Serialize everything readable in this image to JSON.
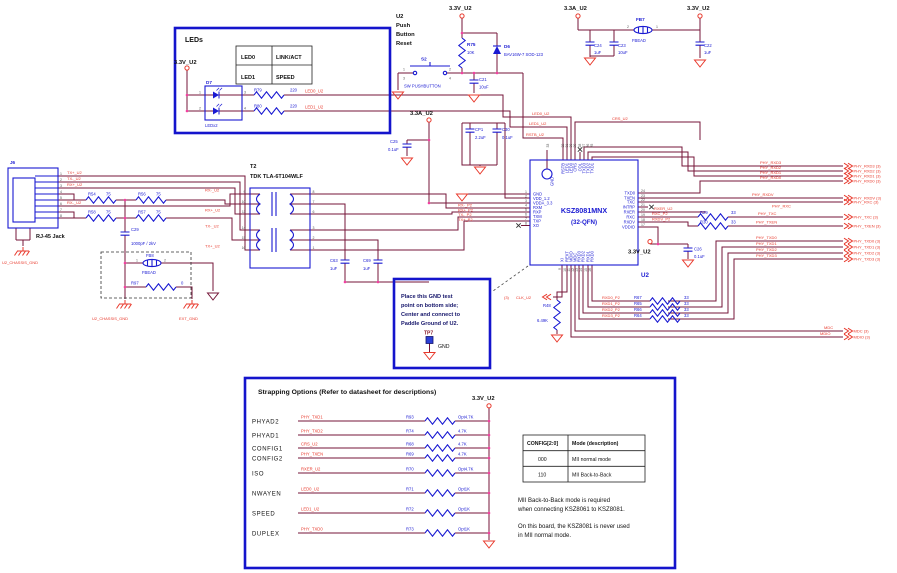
{
  "colors": {
    "wire": "#751638",
    "red": "#e8392c",
    "blue": "#1a1ad2",
    "frame_blue": "#1414cc",
    "black": "#1a1a1a",
    "junction_pink": "#f23fa0"
  },
  "led_box": {
    "title": "LEDs",
    "rail": "3.3V_U2",
    "table": {
      "rows": [
        [
          "LED0",
          "LINK/ACT"
        ],
        [
          "LED1",
          "SPEED"
        ]
      ]
    },
    "d7": {
      "ref": "D7",
      "sub": "LEDx2",
      "p1": "1",
      "p2": "2",
      "p3": "3",
      "p4": "4"
    },
    "r79": {
      "ref": "R79",
      "val": "220",
      "net": "LED0_U2"
    },
    "r80": {
      "ref": "R80",
      "val": "220",
      "net": "LED1_U2"
    }
  },
  "reset": {
    "note": [
      "U2",
      "Push",
      "Button",
      "Reset"
    ],
    "rail": "3.3V_U2",
    "r75": {
      "ref": "R75",
      "val": "10K"
    },
    "d6": {
      "ref": "D6",
      "val": "BAV16W-7 SOD-123"
    },
    "s2": {
      "ref": "S2",
      "val": "SW PUSHBUTTON",
      "p": [
        "1",
        "2",
        "3",
        "4"
      ]
    },
    "c21": {
      "ref": "C21",
      "val": "10uF"
    }
  },
  "ptop": {
    "rail_a": "3.3A_U2",
    "rail_v": "3.3V_U2",
    "c24": {
      "ref": "C24",
      "val": "1uF"
    },
    "c23": {
      "ref": "C23",
      "val": "10uF"
    },
    "fb7": {
      "ref": "FB7",
      "val": "FBEAD",
      "p2": "2",
      "p1": "1"
    },
    "c22": {
      "ref": "C22",
      "val": "1uF"
    }
  },
  "pmid": {
    "rail": "3.3A_U2",
    "c25": {
      "ref": "C25",
      "val": "0.1uF"
    },
    "cp1": {
      "ref": "CP1",
      "val": "2.2uF"
    },
    "c30": {
      "ref": "C30",
      "val": "0.1uF"
    }
  },
  "jack": {
    "ref": "J6",
    "name": "RJ-45 Jack",
    "pins": [
      "1",
      "2",
      "3",
      "4",
      "5",
      "6",
      "7",
      "8"
    ],
    "tx_p": "TX+_U2",
    "tx_m": "TX-_U2",
    "rx_p": "RX+_U2",
    "rx_m": "RX-_U2",
    "chassis": "U2_CHASSIS_GND"
  },
  "term": {
    "r54": {
      "ref": "R54",
      "val": "75"
    },
    "r56": {
      "ref": "R56",
      "val": "75"
    },
    "r58": {
      "ref": "R58",
      "val": "75"
    },
    "r57": {
      "ref": "R57",
      "val": "75"
    },
    "c29": {
      "ref": "C29",
      "val": "1000pF / 2kV"
    },
    "fb8": {
      "ref": "FB8",
      "val": "FBEAD",
      "p1": "1",
      "p2": "2"
    },
    "r97": {
      "ref": "R97",
      "val": "0"
    },
    "gnd_l": "U2_CHASSIS_GND",
    "gnd_r": "EXT_GND"
  },
  "xfmr": {
    "ref": "T2",
    "part": "TDK TLA-6T104WLF",
    "lp": [
      "9",
      "10",
      "11",
      "14",
      "15",
      "16"
    ],
    "rp": [
      "8",
      "7",
      "6",
      "3",
      "2",
      "1"
    ],
    "ln": [
      "RX-_U2",
      "RX+_U2",
      "TX-_U2",
      "TX+_U2"
    ],
    "c63": {
      "ref": "C63",
      "val": "1uF"
    },
    "c69": {
      "ref": "C69",
      "val": "1uF"
    }
  },
  "ic": {
    "ref": "U2",
    "part": "KSZ8081MNX",
    "pkg": "(32-QFN)",
    "paddle": {
      "num": "33",
      "name": "GND"
    },
    "left": [
      {
        "num": "1",
        "name": "GND"
      },
      {
        "num": "2",
        "name": "VDD_1.2"
      },
      {
        "num": "3",
        "name": "VDDA_3.3"
      },
      {
        "num": "4",
        "name": "RXM"
      },
      {
        "num": "5",
        "name": "RXP"
      },
      {
        "num": "6",
        "name": "TXM"
      },
      {
        "num": "7",
        "name": "TXP"
      },
      {
        "num": "8",
        "name": "XO"
      }
    ],
    "right": [
      {
        "num": "24",
        "name": "TXD0"
      },
      {
        "num": "23",
        "name": "TXEN"
      },
      {
        "num": "22",
        "name": "TXC"
      },
      {
        "num": "21",
        "name": "INTRP"
      },
      {
        "num": "20",
        "name": "RXER"
      },
      {
        "num": "19",
        "name": "RXC"
      },
      {
        "num": "18",
        "name": "RXDV"
      },
      {
        "num": "17",
        "name": "VDDIO"
      }
    ],
    "top": [
      {
        "num": "32",
        "name": "RSTB"
      },
      {
        "num": "31",
        "name": "LED1"
      },
      {
        "num": "30",
        "name": "LED0"
      },
      {
        "num": "29",
        "name": "CRS"
      },
      {
        "num": "28",
        "name": "COL"
      },
      {
        "num": "27",
        "name": "TXD3"
      },
      {
        "num": "26",
        "name": "TXD2"
      },
      {
        "num": "25",
        "name": "TXD1"
      }
    ],
    "bottom": [
      {
        "num": "9",
        "name": "XI"
      },
      {
        "num": "10",
        "name": "REXT"
      },
      {
        "num": "11",
        "name": "MDIO"
      },
      {
        "num": "12",
        "name": "MDC"
      },
      {
        "num": "13",
        "name": "RXD3"
      },
      {
        "num": "14",
        "name": "RXD2"
      },
      {
        "num": "15",
        "name": "RXD1"
      },
      {
        "num": "16",
        "name": "RXD0"
      }
    ]
  },
  "nets": {
    "led0": "LED0_U2",
    "led1": "LED1_U2",
    "rstb": "RSTB_U2",
    "crs": "CRS_U2",
    "rx_m": "RX-_P2",
    "rx_p": "RX+_P2",
    "tx_m": "TX-_P2",
    "tx_p": "TX+_P2",
    "rxer": "RXER_U2"
  },
  "rsec": {
    "rxd": [
      {
        "name": "PHY_RXD3",
        "full": "PHY_RXD3 (3)"
      },
      {
        "name": "PHY_RXD2",
        "full": "PHY_RXD2 (3)"
      },
      {
        "name": "PHY_RXD1",
        "full": "PHY_RXD1 (3)"
      },
      {
        "name": "PHY_RXD0",
        "full": "PHY_RXD0 (3)"
      }
    ],
    "rxdv": {
      "name": "PHY_RXDV",
      "full": "PHY_RXDV (3)"
    },
    "rxc": {
      "name": "PHY_RXC",
      "full": "PHY_RXC (3)"
    },
    "txc": {
      "net": "RXC_P2",
      "ref": "R29",
      "val": "33",
      "name": "PHY_TXC",
      "full": "PHY_TXC (3)"
    },
    "txen": {
      "net": "RXDV_P2",
      "ref": "R30",
      "val": "33",
      "name": "PHY_TXEN",
      "full": "PHY_TXEN (3)"
    },
    "vddio": {
      "rail": "3.3V_U2",
      "cap": {
        "ref": "C26",
        "val": "0.1uF"
      }
    },
    "txd": [
      {
        "name": "PHY_TXD0",
        "full": "PHY_TXD0 (3)"
      },
      {
        "name": "PHY_TXD1",
        "full": "PHY_TXD1 (3)"
      },
      {
        "name": "PHY_TXD2",
        "full": "PHY_TXD2 (3)"
      },
      {
        "name": "PHY_TXD3",
        "full": "PHY_TXD3 (3)"
      }
    ],
    "mdc": {
      "name": "MDC",
      "full": "MDC (3)"
    },
    "mdio": {
      "name": "MDIO",
      "full": "MDIO (3)"
    }
  },
  "bsec": {
    "clk": {
      "page": "(3)",
      "net": "CLK_U2"
    },
    "r48": {
      "ref": "R48",
      "val": "6.49K"
    },
    "rows": [
      {
        "net": "RXD0_P2",
        "ref": "R67",
        "val": "33"
      },
      {
        "net": "RXD1_P2",
        "ref": "R65",
        "val": "33"
      },
      {
        "net": "RXD2_P2",
        "ref": "R66",
        "val": "33"
      },
      {
        "net": "RXD3_P2",
        "ref": "R64",
        "val": "33"
      }
    ]
  },
  "note": {
    "lines": [
      "Place this GND test",
      "point on bottom side;",
      "Center and connect to",
      "Paddle Ground of U2."
    ],
    "tp": "TP7",
    "gnd": "GND"
  },
  "strap": {
    "title": "Strapping Options  (Refer to datasheet for descriptions)",
    "rail": "3.3V_U2",
    "rows": [
      {
        "name": "PHYAD2",
        "net": "PHY_TXD1",
        "ref": "R93",
        "val": "Opt4.7K"
      },
      {
        "name": "PHYAD1",
        "net": "PHY_TXD2",
        "ref": "R74",
        "val": "4.7K"
      },
      {
        "name": "CONFIG1",
        "net": "CRS_U2",
        "ref": "R68",
        "val": "4.7K"
      },
      {
        "name": "CONFIG2",
        "net": "PHY_TXEN",
        "ref": "R69",
        "val": "4.7K"
      },
      {
        "name": "ISO",
        "net": "RXER_U2",
        "ref": "R70",
        "val": "Opt4.7K"
      },
      {
        "name": "NWAYEN",
        "net": "LED0_U2",
        "ref": "R71",
        "val": "Opt1K"
      },
      {
        "name": "SPEED",
        "net": "LED1_U2",
        "ref": "R72",
        "val": "Opt1K"
      },
      {
        "name": "DUPLEX",
        "net": "PHY_TXD0",
        "ref": "R73",
        "val": "Opt1K"
      }
    ],
    "table": {
      "h": [
        "CONFIG[2:0]",
        "Mode (description)"
      ],
      "rows": [
        [
          "000",
          "MII normal mode"
        ],
        [
          "110",
          "MII Back-to-Back"
        ]
      ]
    },
    "notes": [
      "MII Back-to-Back mode is required",
      "when connecting KSZ8061 to KSZ8081.",
      "On this board, the KSZ8081 is never used",
      "in MII normal mode."
    ]
  }
}
